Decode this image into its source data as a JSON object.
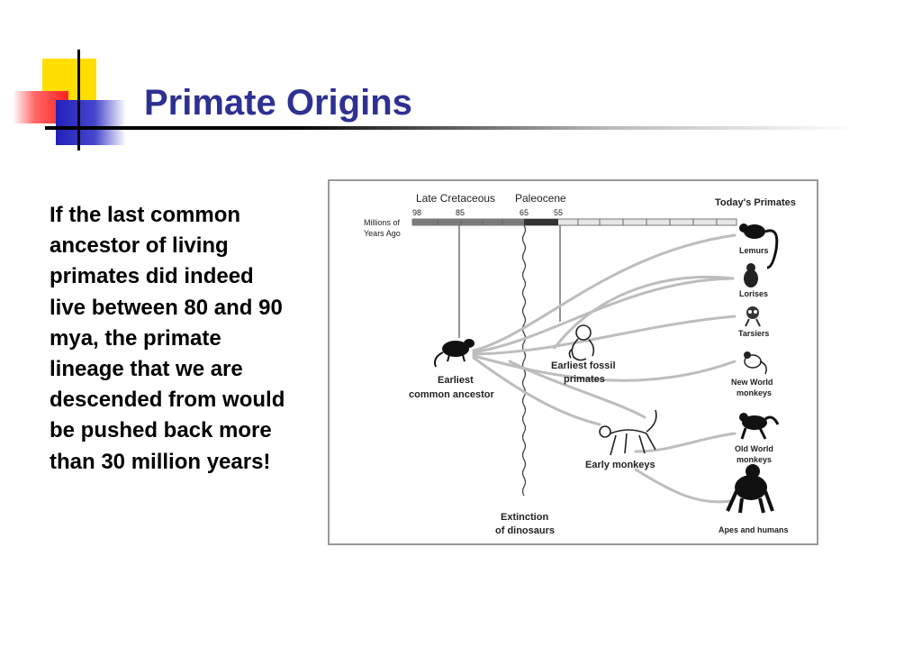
{
  "slide": {
    "title": "Primate Origins",
    "body": "If the last common ancestor of living primates did indeed live between 80 and 90 mya, the primate lineage that we are descended from would be pushed back more than 30 million years!"
  },
  "diagram": {
    "periods": {
      "late_cretaceous": "Late Cretaceous",
      "paleocene": "Paleocene"
    },
    "ticks": [
      "98",
      "85",
      "65",
      "55"
    ],
    "axis_label_line1": "Millions of",
    "axis_label_line2": "Years Ago",
    "header_today": "Today's Primates",
    "ancestor_line1": "Earliest",
    "ancestor_line2": "common ancestor",
    "fossil_line1": "Earliest fossil",
    "fossil_line2": "primates",
    "early_monkeys": "Early monkeys",
    "extinction_line1": "Extinction",
    "extinction_line2": "of dinosaurs",
    "groups": [
      {
        "line1": "Lemurs",
        "line2": ""
      },
      {
        "line1": "Lorises",
        "line2": ""
      },
      {
        "line1": "Tarsiers",
        "line2": ""
      },
      {
        "line1": "New World",
        "line2": "monkeys"
      },
      {
        "line1": "Old World",
        "line2": "monkeys"
      },
      {
        "line1": "Apes and humans",
        "line2": ""
      }
    ]
  },
  "colors": {
    "title": "#2e3092",
    "deco_yellow": "#ffde00",
    "deco_red": "#ff3333",
    "deco_blue": "#3333cc"
  }
}
